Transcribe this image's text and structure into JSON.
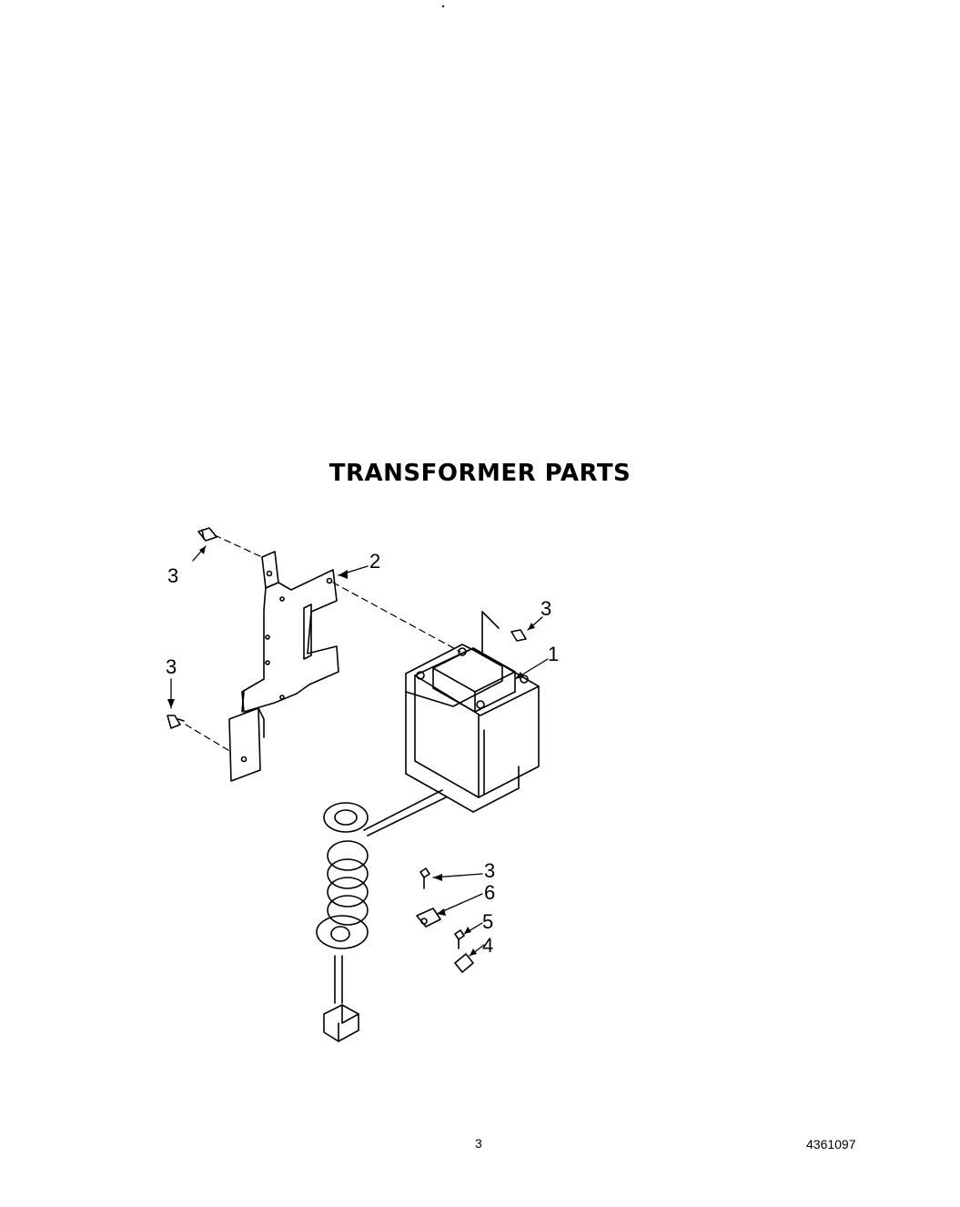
{
  "page": {
    "title": "TRANSFORMER PARTS",
    "page_number": "3",
    "document_number": "4361097"
  },
  "callouts": {
    "c1": "1",
    "c2": "2",
    "c3a": "3",
    "c3b": "3",
    "c3c": "3",
    "c3d": "3",
    "c4": "4",
    "c5": "5",
    "c6": "6"
  },
  "colors": {
    "ink": "#000000",
    "paper": "#ffffff"
  }
}
